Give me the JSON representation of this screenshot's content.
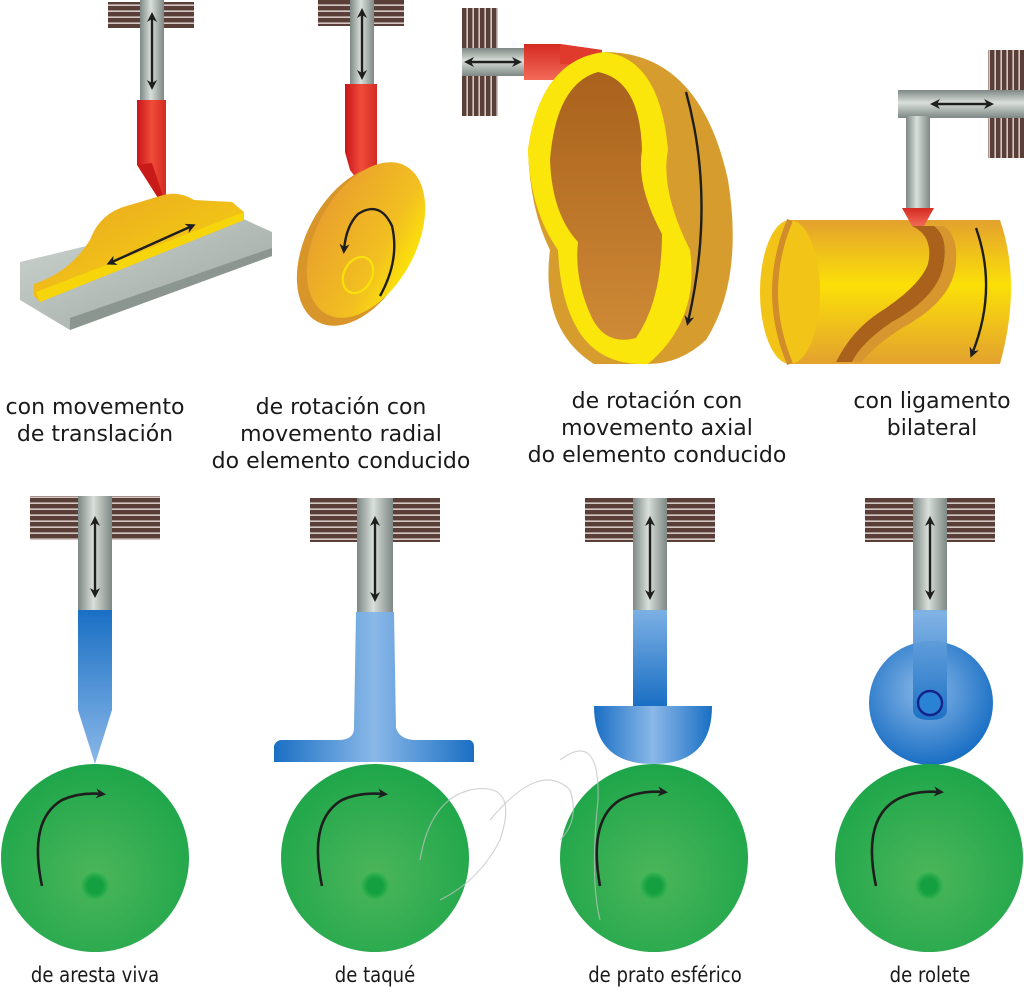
{
  "title": "Tipos de levas e seguidores",
  "colors": {
    "guide": "#5a3f38",
    "rod": "#9ea6a0",
    "arrow": "#1e1e1e",
    "cam_yellow": "#f7d40a",
    "cam_orange": "#e0a12a",
    "cam_brown": "#b66a22",
    "tip_red": "#e0291e",
    "follower_blue": "#1c78c8",
    "follower_light_blue": "#7fb0e2",
    "cam_green": "#1fa84a",
    "plate_gray": "#b8c0bc"
  },
  "cam_types": [
    {
      "id": "translation",
      "label": "con movemento\nde translación"
    },
    {
      "id": "radial",
      "label": "de rotación con\nmovemento radial\ndo elemento conducido"
    },
    {
      "id": "axial",
      "label": "de rotación con\nmovemento axial\ndo elemento conducido"
    },
    {
      "id": "bilateral",
      "label": "con ligamento\nbilateral"
    }
  ],
  "follower_types": [
    {
      "id": "knife-edge",
      "label": "de aresta viva"
    },
    {
      "id": "flat-faced",
      "label": "de taqué"
    },
    {
      "id": "spherical",
      "label": "de prato esférico"
    },
    {
      "id": "roller",
      "label": "de rolete"
    }
  ]
}
